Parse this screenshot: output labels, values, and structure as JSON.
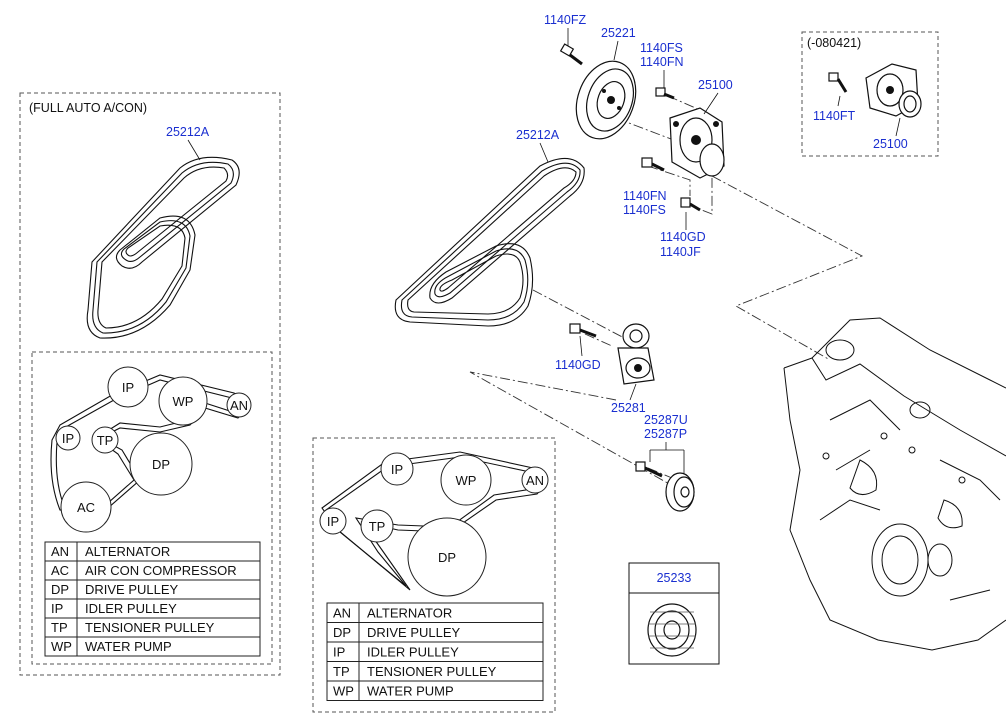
{
  "left_panel": {
    "title": "(FULL AUTO A/CON)",
    "belt_part": "25212A",
    "pulleys": [
      {
        "key": "IP1",
        "label": "IP"
      },
      {
        "key": "WP",
        "label": "WP"
      },
      {
        "key": "AN",
        "label": "AN"
      },
      {
        "key": "IP2",
        "label": "IP"
      },
      {
        "key": "TP",
        "label": "TP"
      },
      {
        "key": "DP",
        "label": "DP"
      },
      {
        "key": "AC",
        "label": "AC"
      }
    ],
    "legend": [
      {
        "code": "AN",
        "name": "ALTERNATOR"
      },
      {
        "code": "AC",
        "name": "AIR CON COMPRESSOR"
      },
      {
        "code": "DP",
        "name": "DRIVE PULLEY"
      },
      {
        "code": "IP",
        "name": "IDLER PULLEY"
      },
      {
        "code": "TP",
        "name": "TENSIONER PULLEY"
      },
      {
        "code": "WP",
        "name": "WATER PUMP"
      }
    ]
  },
  "middle_panel": {
    "pulleys": [
      {
        "key": "IP1",
        "label": "IP"
      },
      {
        "key": "WP",
        "label": "WP"
      },
      {
        "key": "AN",
        "label": "AN"
      },
      {
        "key": "IP2",
        "label": "IP"
      },
      {
        "key": "TP",
        "label": "TP"
      },
      {
        "key": "DP",
        "label": "DP"
      }
    ],
    "legend": [
      {
        "code": "AN",
        "name": "ALTERNATOR"
      },
      {
        "code": "DP",
        "name": "DRIVE PULLEY"
      },
      {
        "code": "IP",
        "name": "IDLER PULLEY"
      },
      {
        "code": "TP",
        "name": "TENSIONER PULLEY"
      },
      {
        "code": "WP",
        "name": "WATER PUMP"
      }
    ]
  },
  "parts": {
    "p1140fz": "1140FZ",
    "p25221": "25221",
    "p1140fs_top": "1140FS",
    "p1140fn_top": "1140FN",
    "p25100": "25100",
    "p25212a": "25212A",
    "p1140fn_mid": "1140FN",
    "p1140fs_mid": "1140FS",
    "p1140gd_right": "1140GD",
    "p1140jf": "1140JF",
    "p1140gd_left": "1140GD",
    "p25281": "25281",
    "p25287u": "25287U",
    "p25287p": "25287P",
    "p25233": "25233"
  },
  "inset": {
    "date": "(-080421)",
    "bolt": "1140FT",
    "pump": "25100"
  }
}
